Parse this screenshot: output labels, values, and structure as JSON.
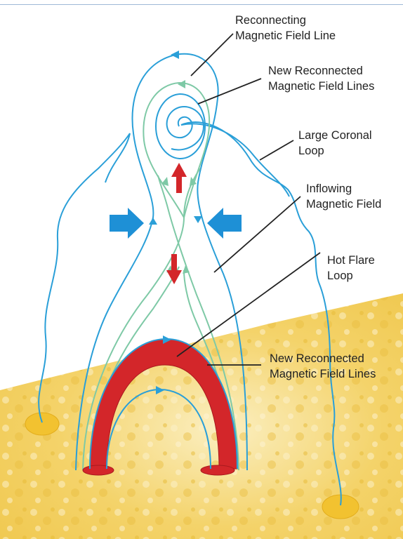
{
  "labels": {
    "reconnecting": {
      "line1": "Reconnecting",
      "line2": "Magnetic Field Line"
    },
    "new_reconnected_top": {
      "line1": "New Reconnected",
      "line2": "Magnetic Field Lines"
    },
    "large_coronal": {
      "line1": "Large Coronal",
      "line2": "Loop"
    },
    "inflowing": {
      "line1": "Inflowing",
      "line2": "Magnetic Field"
    },
    "hot_flare": {
      "line1": "Hot Flare",
      "line2": "Loop"
    },
    "new_reconnected_bottom": {
      "line1": "New Reconnected",
      "line2": "Magnetic Field Lines"
    }
  },
  "colors": {
    "field_line": "#2a9fd8",
    "reconnected_line": "#7ec9a6",
    "flare_loop": "#d3262a",
    "inflow_arrow": "#1e90d6",
    "outflow_arrow": "#d3262a",
    "sun_surface": "#f3cd55",
    "footpoint": "#f2c230",
    "leader": "#222222"
  }
}
